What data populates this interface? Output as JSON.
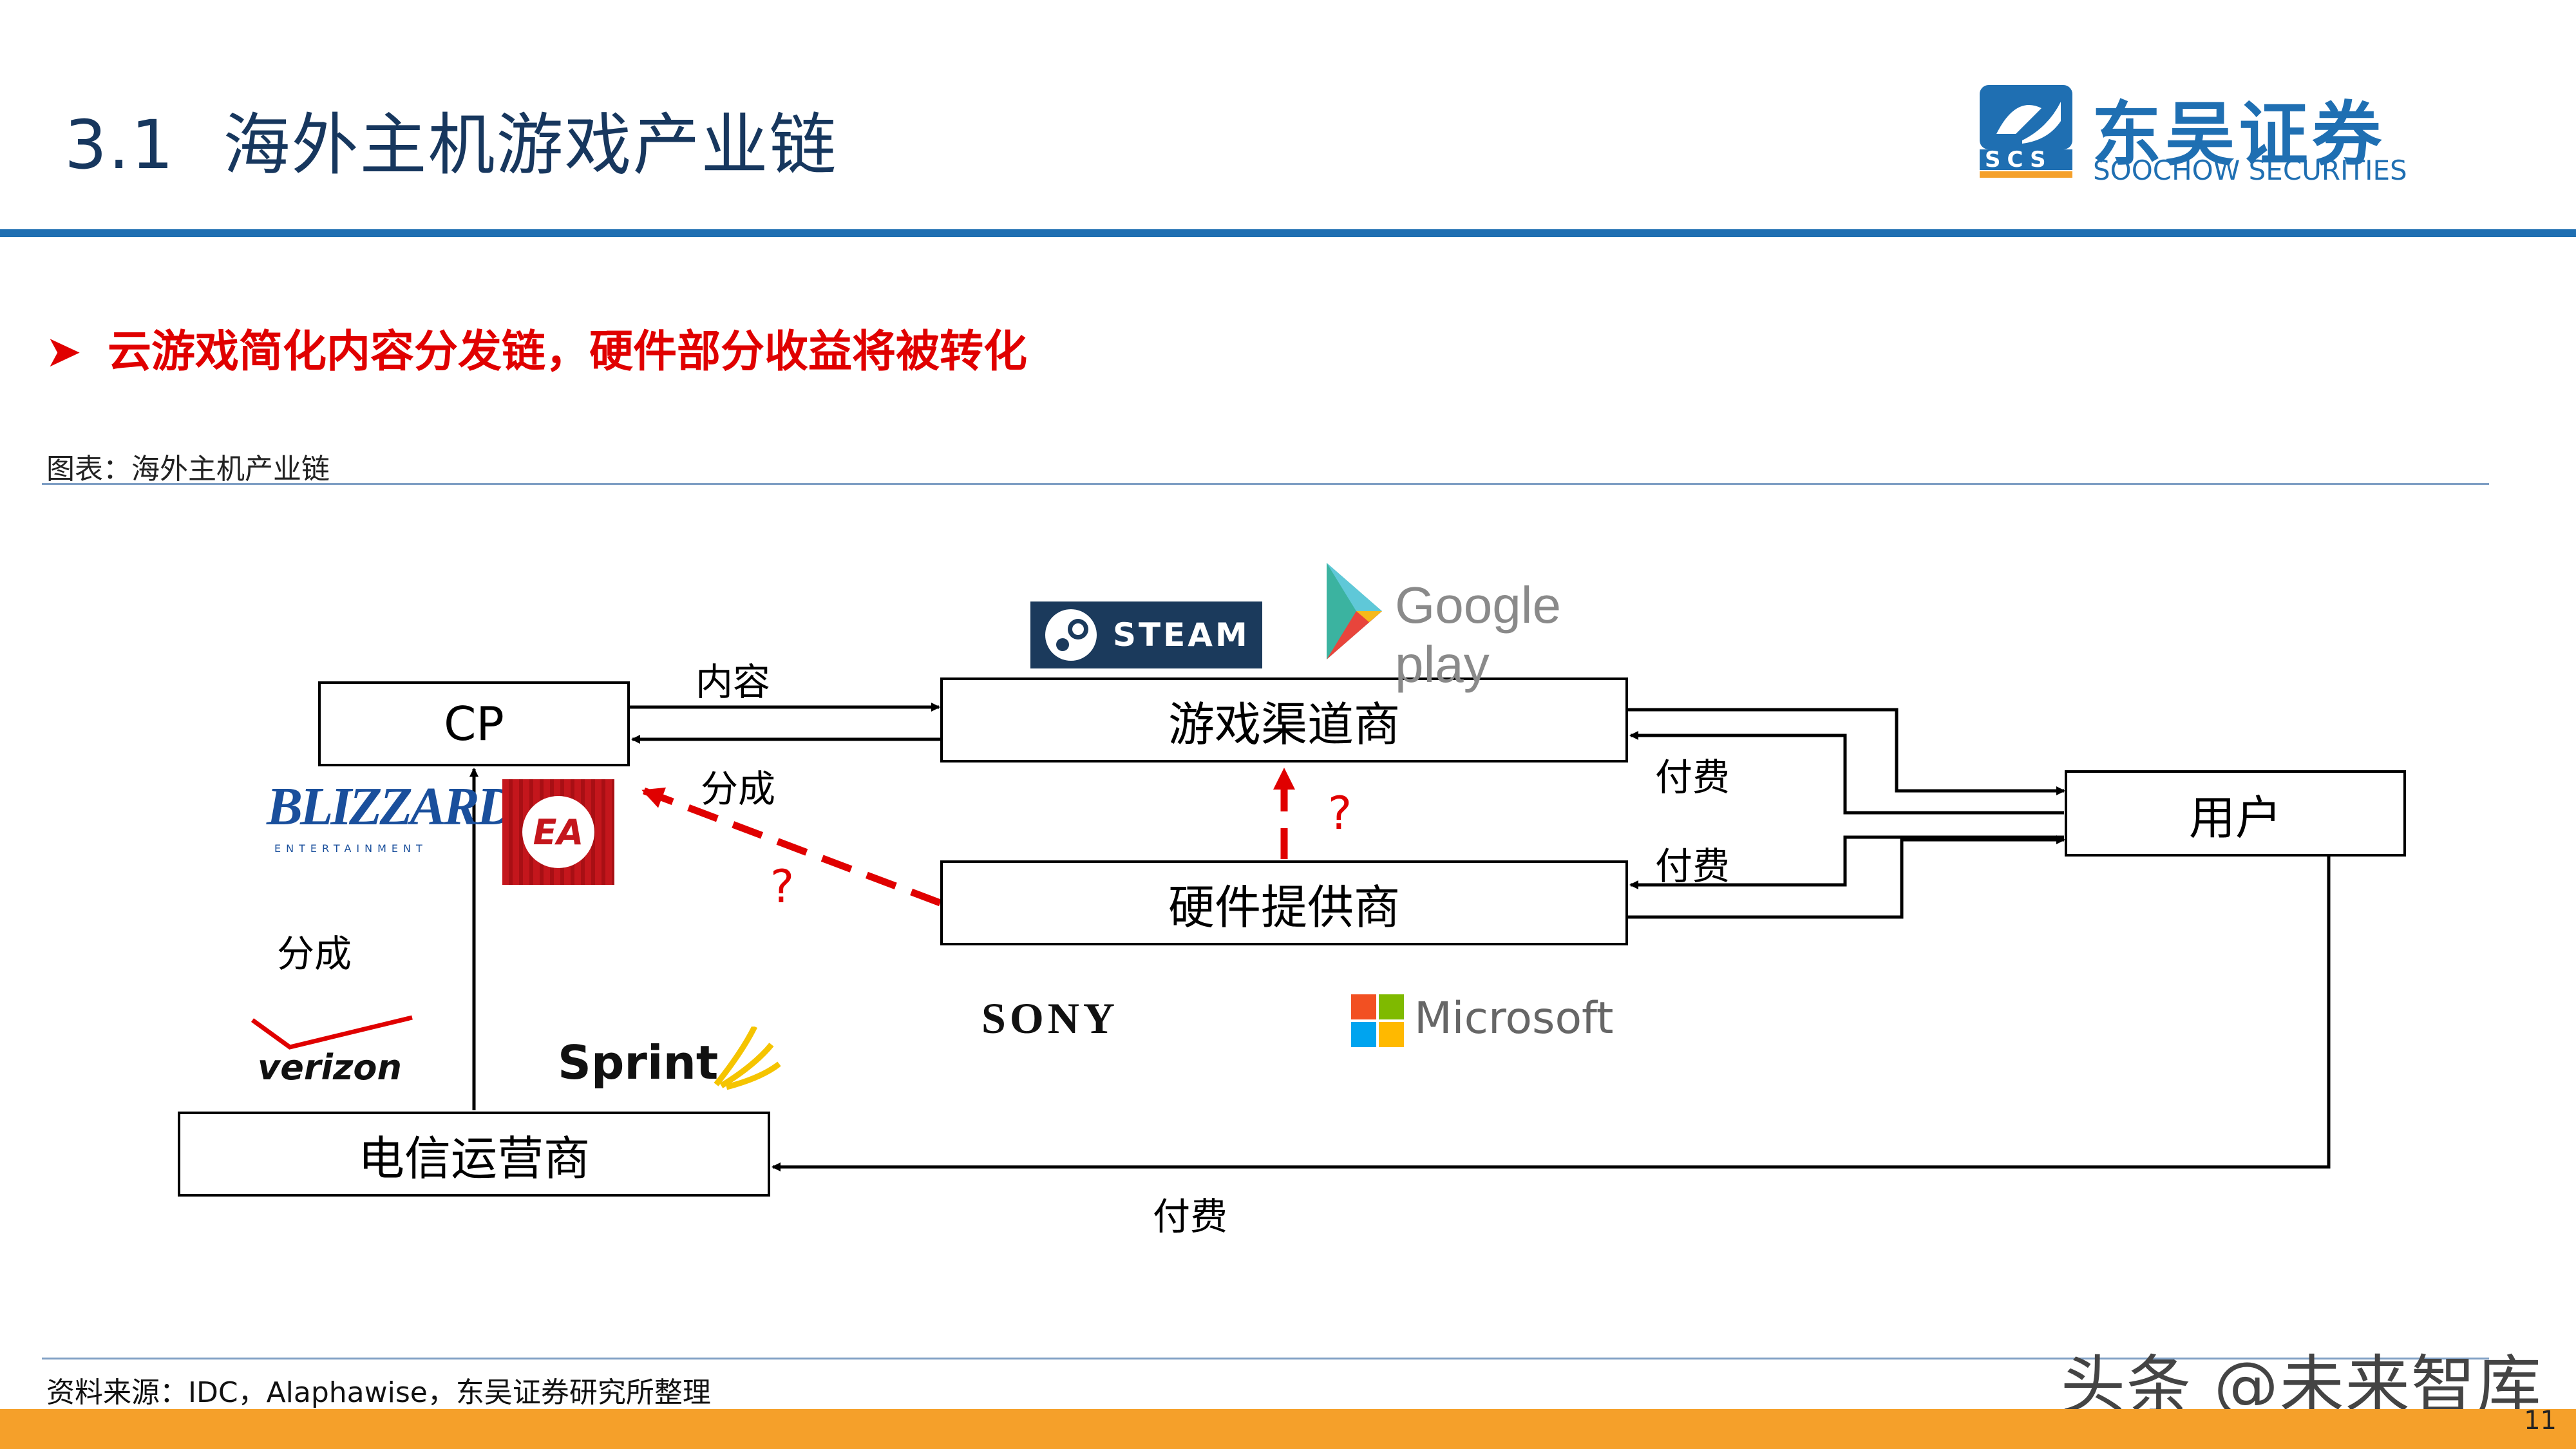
{
  "header": {
    "section_number": "3.1",
    "title": "海外主机游戏产业链",
    "brand_cn": "东吴证券",
    "brand_en": "SOOCHOW SECURITIES",
    "brand_mark": "SCS"
  },
  "bullet": {
    "icon": "arrow-bullet-icon",
    "text": "云游戏简化内容分发链，硬件部分收益将被转化"
  },
  "figure": {
    "caption": "图表：海外主机产业链",
    "nodes": {
      "cp": "CP",
      "channel": "游戏渠道商",
      "hardware": "硬件提供商",
      "user": "用户",
      "telecom": "电信运营商"
    },
    "edge_labels": {
      "content": "内容",
      "revenue_share_top": "分成",
      "revenue_share_left": "分成",
      "pay_channel": "付费",
      "pay_hardware": "付费",
      "pay_telecom": "付费",
      "question_left": "?",
      "question_mid": "?"
    },
    "logos": {
      "steam": "STEAM",
      "google_play": "Google play",
      "blizzard": "BLIZZARD",
      "blizzard_sub": "ENTERTAINMENT",
      "ea": "EA",
      "sony": "SONY",
      "microsoft": "Microsoft",
      "verizon": "verizon",
      "sprint": "Sprint"
    },
    "colors": {
      "uncertain_flow": "#e00000",
      "flow": "#000000"
    }
  },
  "footer": {
    "source": "资料来源：IDC，Alaphawise，东吴证券研究所整理",
    "watermark": "头条 @未来智库",
    "page_number": "11"
  },
  "colors": {
    "title": "#17375e",
    "rule": "#1f6fb2",
    "bullet": "#e00000",
    "bottom_bar": "#f5a02a"
  }
}
